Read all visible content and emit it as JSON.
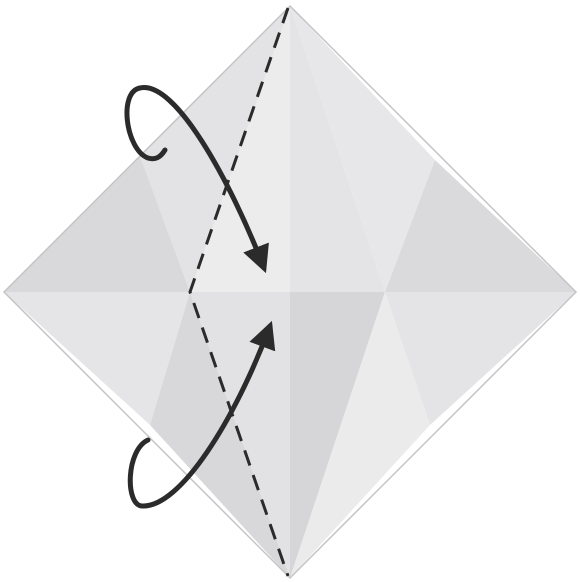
{
  "diagram": {
    "kind": "origami-folding-step",
    "shape": "square-diamond",
    "instruction_marks": {
      "fold_line": "valley-fold-dashed",
      "arrows": [
        "fold-over-arrow-upper",
        "fold-over-arrow-lower"
      ]
    },
    "colors": {
      "paper_light": "#ececec",
      "paper_mid": "#e2e2e3",
      "paper_dark": "#d5d5d7",
      "edge": "#bdbdbd",
      "ink": "#2b2b2b"
    }
  }
}
